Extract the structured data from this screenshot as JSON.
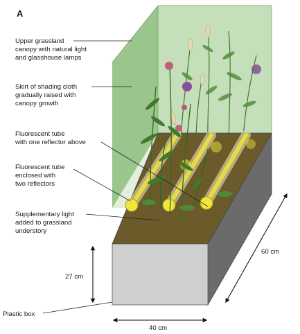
{
  "figure": {
    "panel_letter": "A",
    "callouts": [
      {
        "id": "upper-canopy",
        "lines": [
          "Upper grassland",
          "canopy with natural light",
          "and glasshouse lamps"
        ]
      },
      {
        "id": "shading-cloth",
        "lines": [
          "Skirt of shading cloth",
          "gradually raised with",
          "canopy growth"
        ]
      },
      {
        "id": "fluorescent-one",
        "lines": [
          "Fluorescent tube",
          "with one reflector above"
        ]
      },
      {
        "id": "fluorescent-two",
        "lines": [
          "Fluorescent tube",
          "enclosed with",
          "two reflectors"
        ]
      },
      {
        "id": "supplementary",
        "lines": [
          "Supplementary light",
          "added to grassland",
          "understory"
        ]
      },
      {
        "id": "plastic-box",
        "lines": [
          "Plastic box"
        ]
      }
    ],
    "dimensions": {
      "depth": "60 cm",
      "height": "27 cm",
      "width": "40 cm"
    },
    "colors": {
      "enclosure_green": "#8fbf7f",
      "enclosure_light": "#c9e1bd",
      "soil": "#6b5a2a",
      "box_front": "#cfcfcf",
      "box_side": "#6b6b6b",
      "tube_glow": "#f3e63a",
      "leaf": "#3f7a2c",
      "flower_pink": "#c2607a",
      "flower_purple": "#8a4f9c"
    }
  }
}
